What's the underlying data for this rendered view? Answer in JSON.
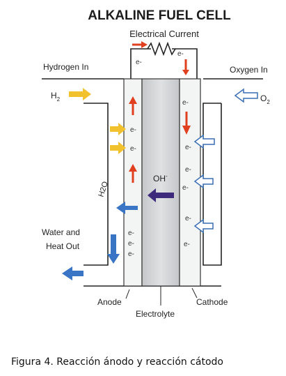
{
  "title": "ALKALINE FUEL CELL",
  "circuit": {
    "label": "Electrical Current",
    "left_electron": "e-",
    "right_electron": "e-"
  },
  "inputs": {
    "hydrogen_label": "Hydrogen In",
    "hydrogen_formula_main": "H",
    "hydrogen_formula_sub": "2",
    "oxygen_label": "Oxygen In",
    "oxygen_formula_main": "O",
    "oxygen_formula_sub": "2"
  },
  "output": {
    "label_line1": "Water and",
    "label_line2": "Heat Out",
    "water_formula": "H2O"
  },
  "electrolyte": {
    "ion_main": "OH",
    "ion_sup": "-",
    "label": "Electrolyte"
  },
  "electrodes": {
    "anode": "Anode",
    "cathode": "Cathode"
  },
  "electron_symbol": "e-",
  "colors": {
    "electron_arrow": "#e0401f",
    "hydrogen_arrow": "#f2c12e",
    "oxygen_arrow_fill": "#ffffff",
    "oxygen_arrow_stroke": "#3a6fb5",
    "water_arrow": "#3a74c4",
    "ion_arrow": "#3d2a7a",
    "electrolyte": "#d2d4d6",
    "electrode": "#f3f4f4"
  },
  "caption": "Figura 4. Reacción ánodo y reacción cátodo"
}
